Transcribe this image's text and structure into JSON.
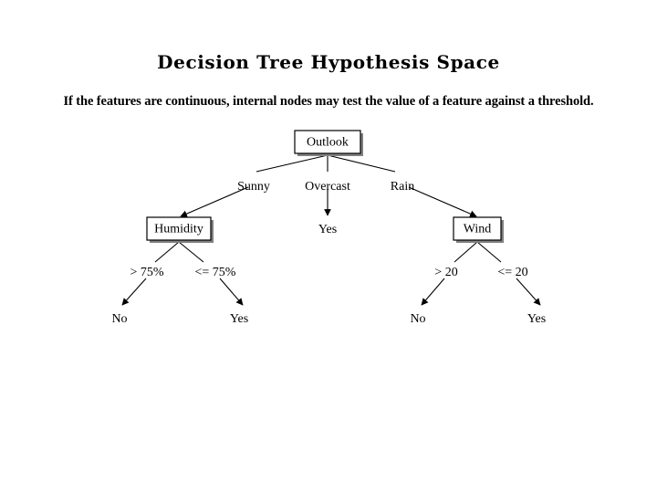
{
  "slide": {
    "title": "Decision Tree Hypothesis Space",
    "subtitle": "If the features are continuous, internal nodes may test the value of a feature against a threshold.",
    "background_color": "#ffffff",
    "ink_color": "#000000",
    "shadow_color": "#808080"
  },
  "diagram": {
    "type": "decision-tree",
    "root": {
      "label": "Outlook",
      "kind": "internal"
    },
    "nodes": [
      {
        "id": "outlook",
        "label": "Outlook",
        "kind": "internal"
      },
      {
        "id": "humidity",
        "label": "Humidity",
        "kind": "internal"
      },
      {
        "id": "overcast-yes",
        "label": "Yes",
        "kind": "leaf"
      },
      {
        "id": "wind",
        "label": "Wind",
        "kind": "internal"
      },
      {
        "id": "humidity-no",
        "label": "No",
        "kind": "leaf"
      },
      {
        "id": "humidity-yes",
        "label": "Yes",
        "kind": "leaf"
      },
      {
        "id": "wind-no",
        "label": "No",
        "kind": "leaf"
      },
      {
        "id": "wind-yes",
        "label": "Yes",
        "kind": "leaf"
      }
    ],
    "edges": [
      {
        "from": "outlook",
        "to": "humidity",
        "label": "Sunny"
      },
      {
        "from": "outlook",
        "to": "overcast-yes",
        "label": "Overcast"
      },
      {
        "from": "outlook",
        "to": "wind",
        "label": "Rain"
      },
      {
        "from": "humidity",
        "to": "humidity-no",
        "label": "> 75%"
      },
      {
        "from": "humidity",
        "to": "humidity-yes",
        "label": "<= 75%"
      },
      {
        "from": "wind",
        "to": "wind-no",
        "label": "> 20"
      },
      {
        "from": "wind",
        "to": "wind-yes",
        "label": "<= 20"
      }
    ]
  }
}
